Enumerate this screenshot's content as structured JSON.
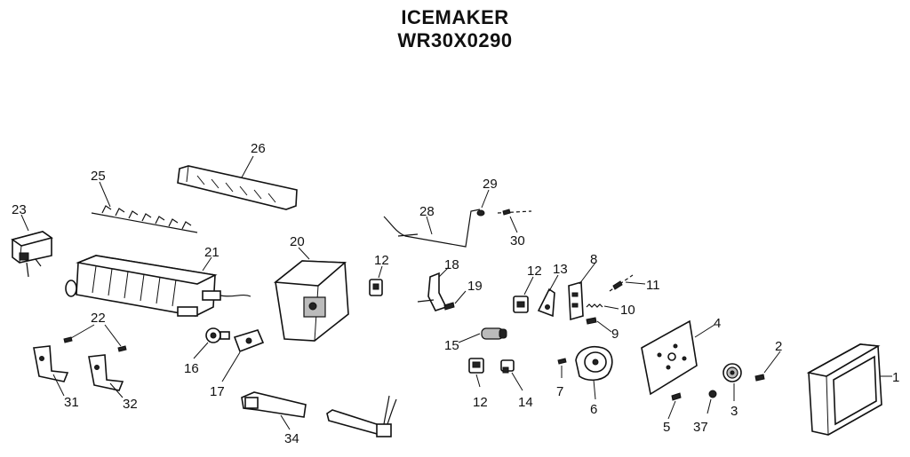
{
  "title": {
    "line1": "ICEMAKER",
    "line2": "WR30X0290"
  },
  "labels": {
    "p1": "1",
    "p2": "2",
    "p3": "3",
    "p4": "4",
    "p5": "5",
    "p6": "6",
    "p7": "7",
    "p8": "8",
    "p9": "9",
    "p10": "10",
    "p11": "11",
    "p12a": "12",
    "p12b": "12",
    "p12c": "12",
    "p13": "13",
    "p14": "14",
    "p15": "15",
    "p16": "16",
    "p17": "17",
    "p18": "18",
    "p19": "19",
    "p20": "20",
    "p21": "21",
    "p22": "22",
    "p23": "23",
    "p25": "25",
    "p26": "26",
    "p28": "28",
    "p29": "29",
    "p30": "30",
    "p31": "31",
    "p32": "32",
    "p34": "34",
    "p37": "37"
  }
}
